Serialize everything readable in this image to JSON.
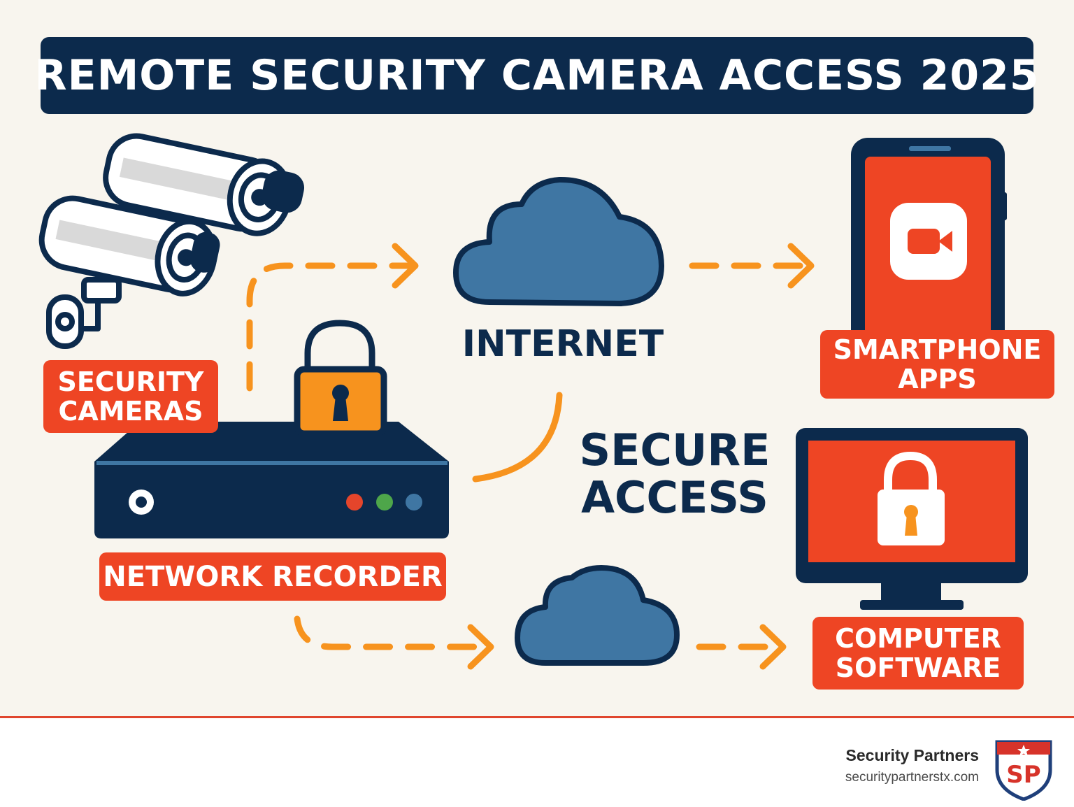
{
  "title": "REMOTE SECURITY CAMERA ACCESS 2025",
  "nodes": {
    "security_cameras": {
      "line1": "SECURITY",
      "line2": "CAMERAS",
      "icon": "security-camera-icon"
    },
    "network_recorder": {
      "label": "NETWORK RECORDER",
      "icon": "network-recorder-icon"
    },
    "internet": {
      "label": "INTERNET",
      "icon": "cloud-icon"
    },
    "secure_access": {
      "line1": "SECURE",
      "line2": "ACCESS",
      "icon": "lock-icon"
    },
    "smartphone_apps": {
      "line1": "SMARTPHONE",
      "line2": "APPS",
      "icon": "smartphone-icon"
    },
    "computer_software": {
      "line1": "COMPUTER",
      "line2": "SOFTWARE",
      "icon": "monitor-icon"
    }
  },
  "edges": [
    {
      "from": "network_recorder",
      "to": "internet",
      "style": "dashed"
    },
    {
      "from": "internet",
      "to": "smartphone_apps",
      "style": "dashed"
    },
    {
      "from": "internet",
      "to": "network_recorder",
      "style": "solid"
    },
    {
      "from": "network_recorder",
      "to": "cloud",
      "style": "dashed"
    },
    {
      "from": "cloud",
      "to": "computer_software",
      "style": "dashed"
    }
  ],
  "colors": {
    "navy": "#0c2a4c",
    "accent_red": "#ee4524",
    "accent_orange": "#f7931e",
    "cloud_blue": "#3f76a3",
    "background": "#f8f5ee"
  },
  "footer": {
    "brand": "Security Partners",
    "url": "securitypartnerstx.com",
    "logo_icon": "sp-shield-logo",
    "logo_text": "SP"
  }
}
